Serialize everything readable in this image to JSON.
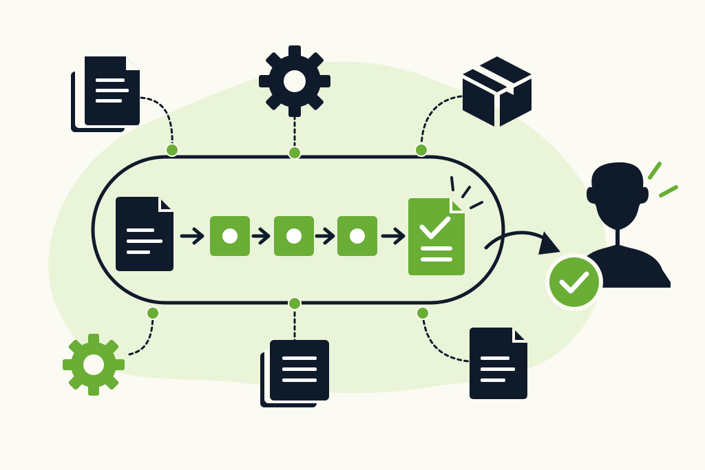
{
  "colors": {
    "background": "#fbfbf3",
    "blob": "#eaf4d9",
    "dark": "#0f1b2b",
    "accent": "#6aae35",
    "white": "#ffffff"
  },
  "pipeline": {
    "input": "document-icon",
    "steps": [
      "process-step",
      "process-step",
      "process-step"
    ],
    "output": "approved-document-icon",
    "recipient": "user-icon",
    "result_badge": "check-circle-icon"
  },
  "connected_resources": {
    "top": [
      "documents-stack-icon",
      "gear-icon",
      "package-box-icon"
    ],
    "bottom": [
      "gear-icon",
      "documents-stack-icon",
      "document-icon"
    ]
  }
}
